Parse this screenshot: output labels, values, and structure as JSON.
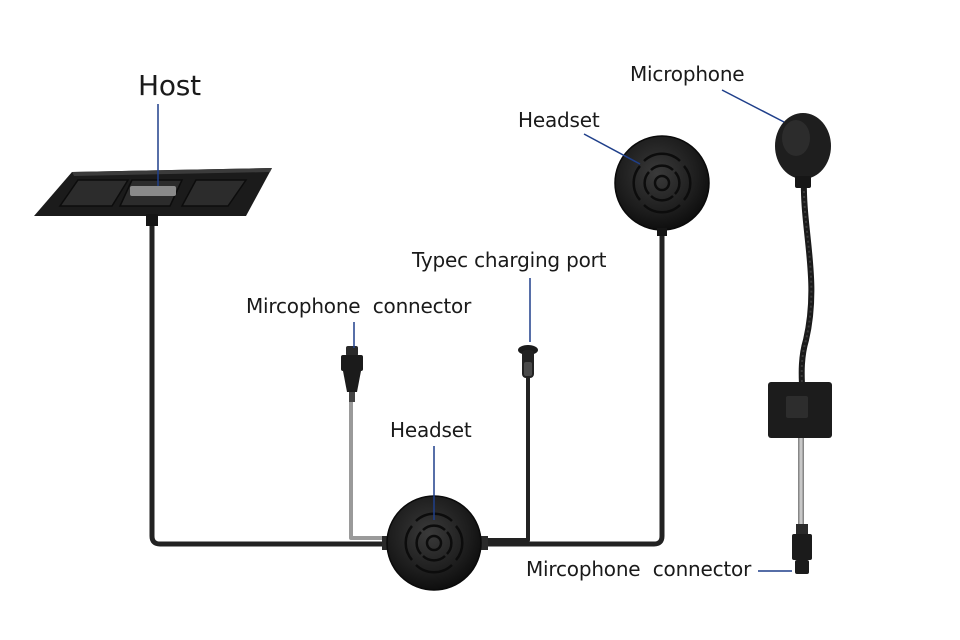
{
  "labels": {
    "host": "Host",
    "headset_top": "Headset",
    "microphone": "Microphone",
    "typec_port": "Typec charging port",
    "mic_connector_left": "Mircophone  connector",
    "headset_bottom": "Headset",
    "mic_connector_right": "Mircophone  connector"
  },
  "colors": {
    "device": "#1b1b1b",
    "cable": "#222222",
    "leader_line": "#1f3f8a",
    "label_text": "#1a1a1a"
  },
  "icons": {
    "host": "host-unit",
    "headset": "speaker-pod",
    "microphone": "boom-microphone",
    "connector": "cable-connector",
    "port": "usb-c-port"
  }
}
